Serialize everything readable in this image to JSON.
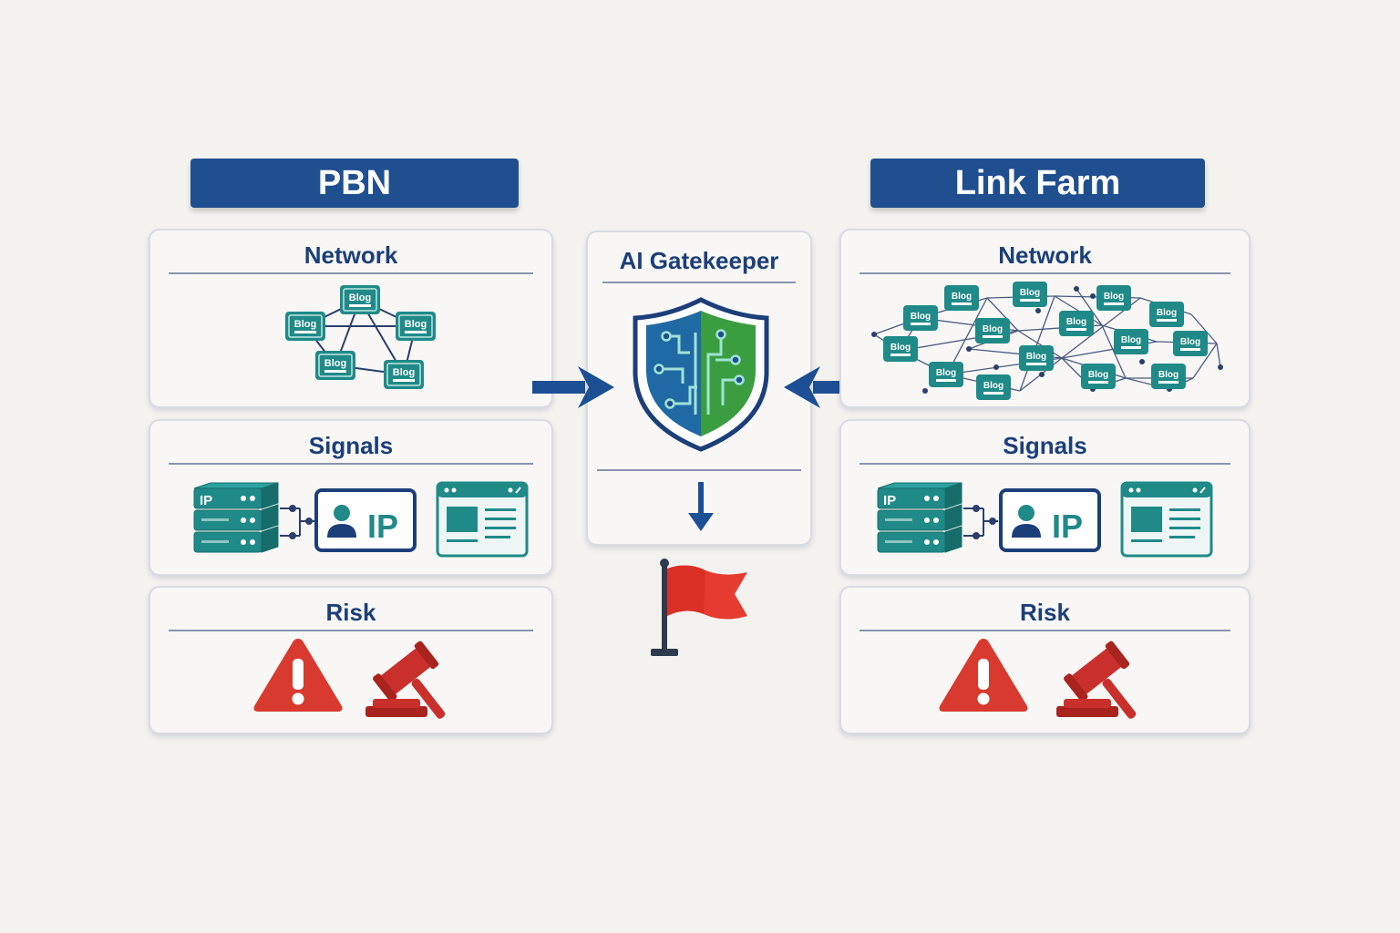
{
  "left_column": {
    "title": "PBN",
    "network": {
      "title": "Network",
      "node_label": "Blog"
    },
    "signals": {
      "title": "Signals",
      "server_label": "IP",
      "id_card_label": "IP"
    },
    "risk": {
      "title": "Risk"
    }
  },
  "right_column": {
    "title": "Link Farm",
    "network": {
      "title": "Network",
      "node_label": "Blog"
    },
    "signals": {
      "title": "Signals",
      "server_label": "IP",
      "id_card_label": "IP"
    },
    "risk": {
      "title": "Risk"
    }
  },
  "center": {
    "title": "AI Gatekeeper",
    "shield_icon": "shield-circuit-icon",
    "output_icon": "red-flag-icon"
  },
  "colors": {
    "header_blue": "#1f4f8f",
    "title_text": "#1c3f7a",
    "teal": "#1f8a88",
    "shield_blue": "#1f6aa5",
    "shield_green": "#3a9d3f",
    "warning_red": "#d93a2f",
    "arrow_blue": "#1d4f94"
  }
}
